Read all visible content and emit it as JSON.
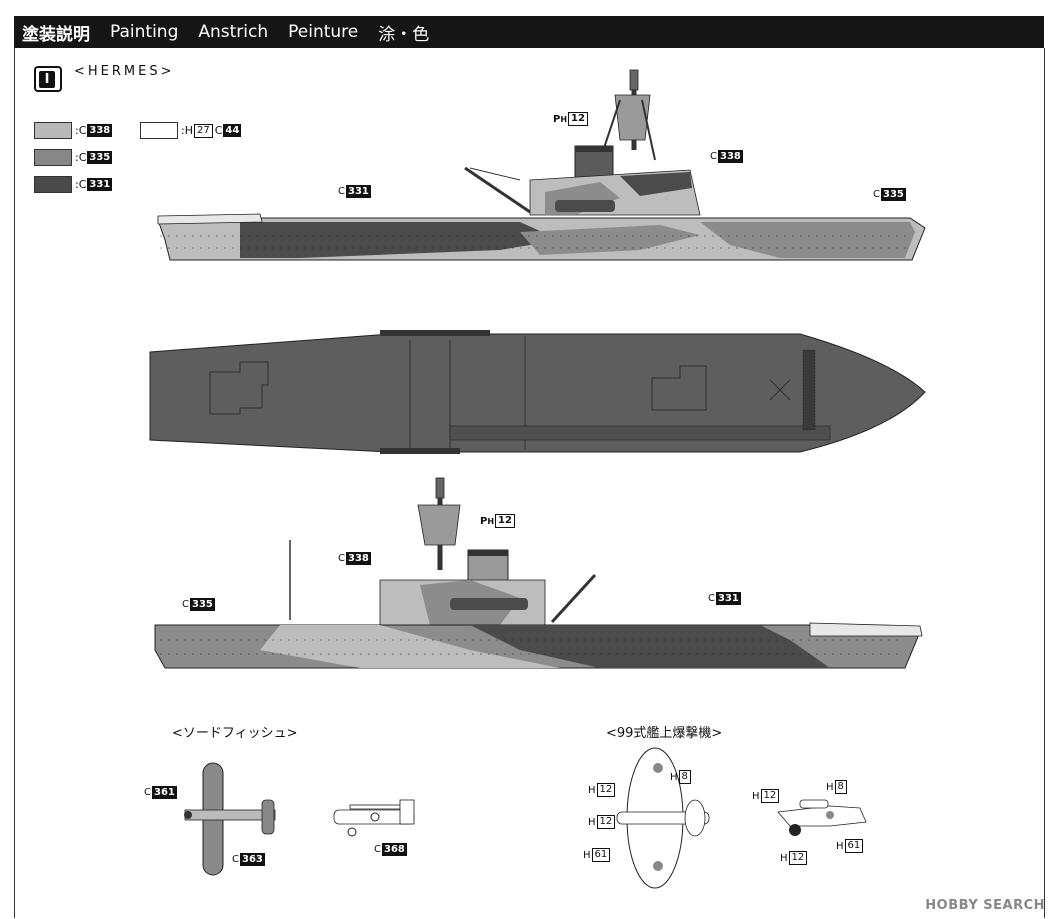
{
  "header": {
    "items": [
      "塗装説明",
      "Painting",
      "Anstrich",
      "Peinture",
      "涂・色"
    ]
  },
  "scheme": {
    "letter": "I",
    "ship_name": "<HERMES>"
  },
  "legend": [
    {
      "prefix": ":C",
      "code": "338",
      "color": "#b9b9b9"
    },
    {
      "prefix": ":C",
      "code": "335",
      "color": "#888888"
    },
    {
      "prefix": ":C",
      "code": "331",
      "color": "#4a4a4a"
    },
    {
      "prefix": ":H",
      "code": "27",
      "extra_prefix": "C",
      "extra_code": "44",
      "color": "#ffffff"
    }
  ],
  "colors": {
    "light": "#bdbdbd",
    "medium": "#8c8c8c",
    "dark": "#4b4b4b",
    "deck": "#5e5e5e"
  },
  "callouts": {
    "funnel_top": {
      "prefix": "P",
      "sub": "H",
      "code": "12"
    },
    "funnel_bottom": {
      "prefix": "P",
      "sub": "H",
      "code": "12"
    },
    "top_c331": {
      "prefix": "C",
      "code": "331"
    },
    "top_c338": {
      "prefix": "C",
      "code": "338"
    },
    "top_c335": {
      "prefix": "C",
      "code": "335"
    },
    "bot_c338": {
      "prefix": "C",
      "code": "338"
    },
    "bot_c335": {
      "prefix": "C",
      "code": "335"
    },
    "bot_c331": {
      "prefix": "C",
      "code": "331"
    }
  },
  "aircraft": {
    "swordfish_title": "<ソードフィッシュ>",
    "swordfish": [
      {
        "prefix": "C",
        "code": "361"
      },
      {
        "prefix": "C",
        "code": "363"
      },
      {
        "prefix": "C",
        "code": "368"
      }
    ],
    "val_title": "<99式艦上爆撃機>",
    "val": [
      {
        "prefix": "H",
        "code": "12"
      },
      {
        "prefix": "H",
        "code": "8"
      },
      {
        "prefix": "H",
        "code": "12"
      },
      {
        "prefix": "H",
        "code": "61"
      },
      {
        "prefix": "H",
        "code": "12"
      },
      {
        "prefix": "H",
        "code": "8"
      },
      {
        "prefix": "H",
        "code": "12"
      },
      {
        "prefix": "H",
        "code": "61"
      }
    ]
  },
  "watermark": "HOBBY SEARCH"
}
